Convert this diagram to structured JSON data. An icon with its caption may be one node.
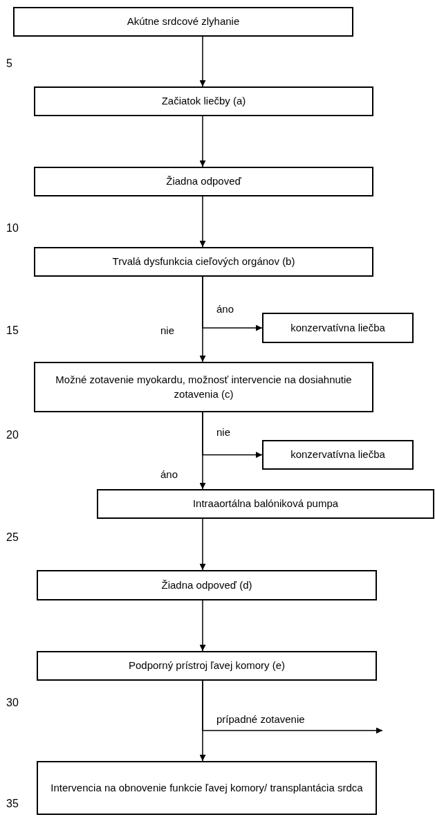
{
  "diagram": {
    "nodes": [
      {
        "text": [
          "Akútne srdcové zlyhanie"
        ]
      },
      {
        "text": [
          "Začiatok liečby (a)"
        ]
      },
      {
        "text": [
          "Žiadna odpoveď"
        ]
      },
      {
        "text": [
          "Trvalá dysfunkcia cieľových orgánov (b)"
        ]
      },
      {
        "text": [
          "konzervatívna liečba"
        ]
      },
      {
        "text": [
          "Možné zotavenie myokardu, možnosť intervencie na dosiahnutie zotavenia (c)"
        ]
      },
      {
        "text": [
          "konzervatívna liečba"
        ]
      },
      {
        "text": [
          "Intraaortálna balóniková pumpa"
        ]
      },
      {
        "text": [
          "Žiadna odpoveď (d)"
        ]
      },
      {
        "text": [
          "Podporný prístroj ľavej komory (e)"
        ]
      },
      {
        "text": [
          "Intervencia na obnovenie funkcie ľavej komory/ transplantácia srdca"
        ]
      }
    ],
    "edges": [
      {
        "from": 0,
        "to": 1,
        "arrow": "to"
      },
      {
        "from": 1,
        "to": 2,
        "arrow": "to"
      },
      {
        "from": 2,
        "to": 3,
        "arrow": "to"
      },
      {
        "from": 3,
        "to": 4,
        "label": "áno",
        "arrow": "to"
      },
      {
        "from": 3,
        "to": 5,
        "label": "nie",
        "arrow": "to"
      },
      {
        "from": 5,
        "to": 6,
        "label": "nie",
        "arrow": "to"
      },
      {
        "from": 5,
        "to": 7,
        "label": "áno",
        "arrow": "to"
      },
      {
        "from": 7,
        "to": 8,
        "arrow": "to"
      },
      {
        "from": 8,
        "to": 9,
        "arrow": "to"
      },
      {
        "from": 9,
        "to": 10,
        "arrow": "to"
      },
      {
        "from": 9,
        "to": null,
        "label": "prípadné zotavenie",
        "arrow": "to"
      }
    ],
    "labels": [
      "5",
      "10",
      "15",
      "20",
      "25",
      "30",
      "35"
    ]
  }
}
